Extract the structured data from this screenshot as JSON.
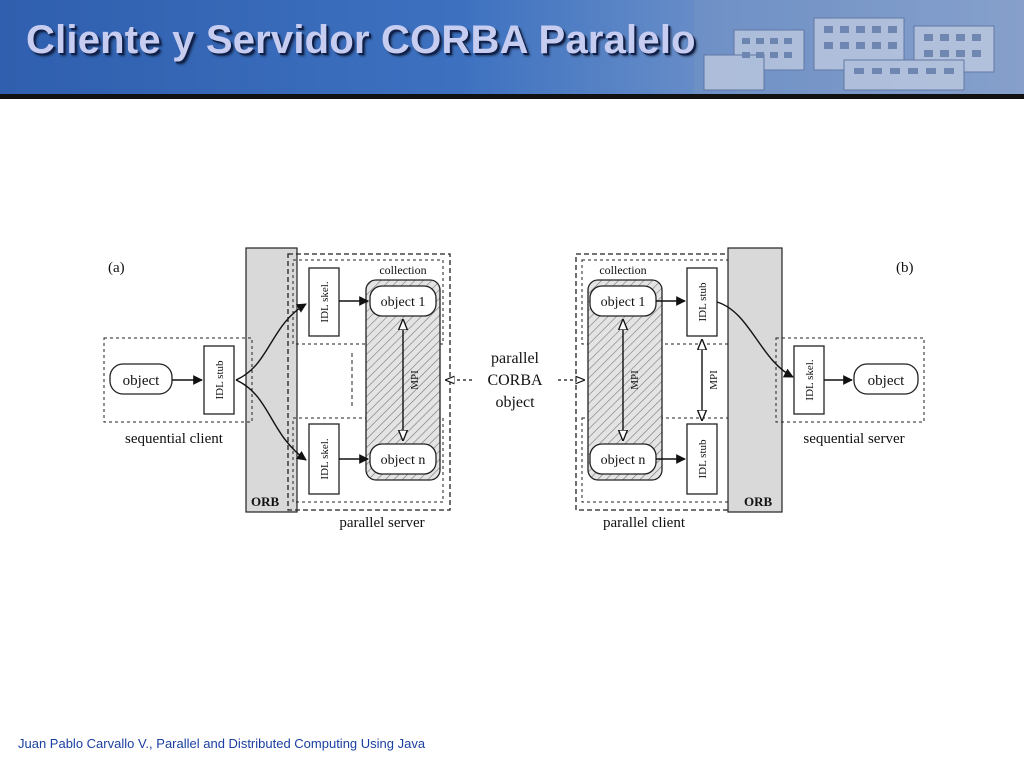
{
  "slide": {
    "title": "Cliente y Servidor CORBA Paralelo",
    "footer": "Juan Pablo Carvallo V., Parallel and Distributed Computing Using Java",
    "accent_color": "#2f5fae",
    "title_color": "#c6cdf0",
    "footer_color": "#1a3fa0"
  },
  "diagram": {
    "panel_a": {
      "tag": "(a)",
      "orb": "ORB",
      "client_object": "object",
      "stub": "IDL stub",
      "client_caption": "sequential client",
      "skel_top": "IDL skel.",
      "skel_bottom": "IDL skel.",
      "collection": "collection",
      "object_top": "object 1",
      "object_bottom": "object n",
      "mpi": "MPI",
      "server_caption": "parallel server"
    },
    "center": {
      "line1": "parallel",
      "line2": "CORBA",
      "line3": "object"
    },
    "panel_b": {
      "tag": "(b)",
      "orb": "ORB",
      "collection": "collection",
      "object_top": "object 1",
      "object_bottom": "object n",
      "mpi_left": "MPI",
      "mpi_right": "MPI",
      "stub_top": "IDL stub",
      "stub_bottom": "IDL stub",
      "client_caption": "parallel client",
      "skel": "IDL skel.",
      "server_object": "object",
      "server_caption": "sequential server"
    }
  }
}
